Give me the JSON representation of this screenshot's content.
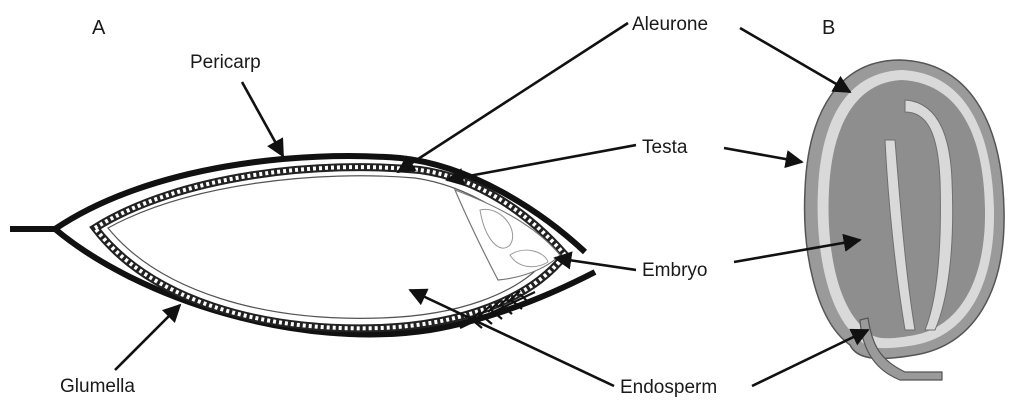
{
  "panels": {
    "a": "A",
    "b": "B"
  },
  "labels": {
    "pericarp": "Pericarp",
    "aleurone": "Aleurone",
    "testa": "Testa",
    "embryo": "Embryo",
    "glumella": "Glumella",
    "endosperm": "Endosperm"
  },
  "colors": {
    "outline": "#111111",
    "seed_outer": "#9a9a9a",
    "seed_inner": "#8e8e8e",
    "seed_layer": "#d9d9d9",
    "embryo_fill": "#ffffff"
  }
}
